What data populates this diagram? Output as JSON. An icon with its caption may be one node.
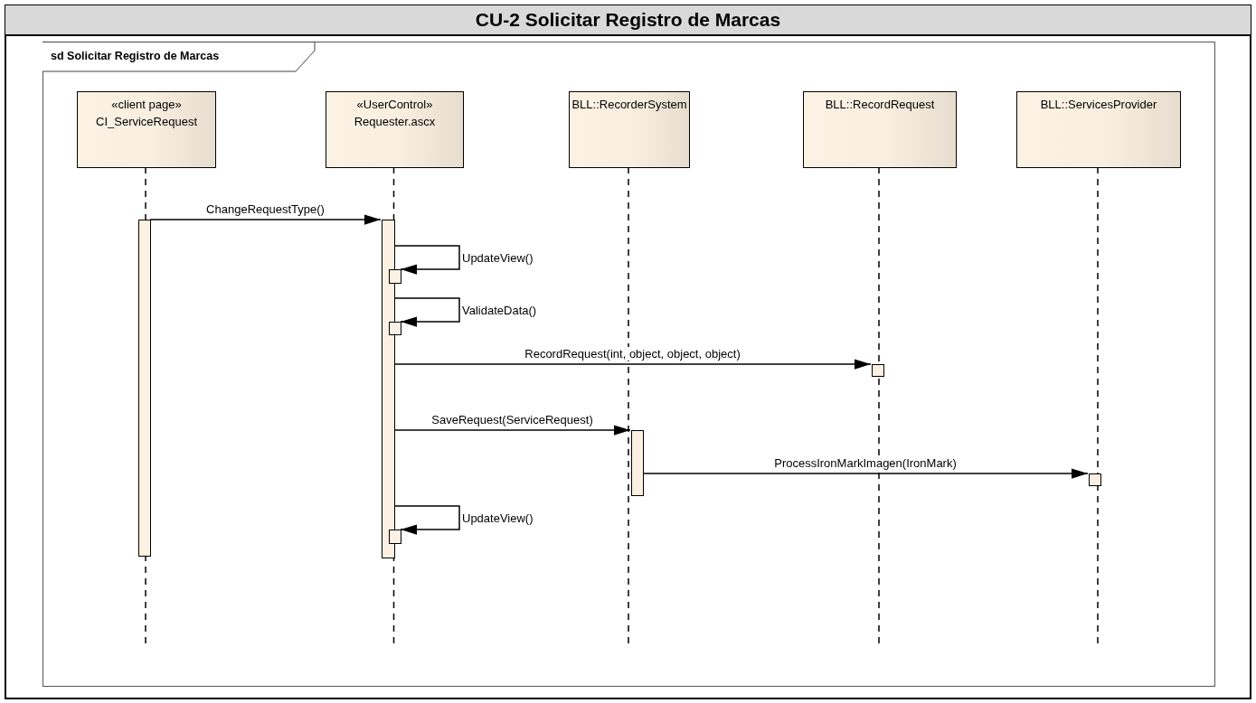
{
  "diagram": {
    "title": "CU-2 Solicitar Registro de Marcas",
    "nodes": [
      {
        "text": [
          "sd Solicitar Registro de Marcas"
        ]
      },
      {
        "text": [
          "«client page»",
          "CI_ServiceRequest"
        ],
        "in": 0
      },
      {
        "text": [
          "«UserControl»",
          "Requester.ascx"
        ],
        "in": 0
      },
      {
        "text": [
          "BLL::RecorderSystem"
        ],
        "in": 0
      },
      {
        "text": [
          "BLL::RecordRequest"
        ],
        "in": 0
      },
      {
        "text": [
          "BLL::ServicesProvider"
        ],
        "in": 0
      },
      {
        "text": [],
        "shape": "bar",
        "in": 0
      },
      {
        "text": [],
        "shape": "bar",
        "in": 0
      },
      {
        "text": [],
        "shape": "bar",
        "in": 0
      },
      {
        "text": [],
        "shape": "bar",
        "in": 0
      },
      {
        "text": [],
        "shape": "bar",
        "in": 0
      },
      {
        "text": [],
        "shape": "bar",
        "in": 0
      },
      {
        "text": [],
        "shape": "bar",
        "in": 0
      },
      {
        "text": [],
        "shape": "bar",
        "in": 0
      }
    ],
    "edges": [
      {
        "from": 6,
        "to": 7,
        "arrow": "to",
        "label": "ChangeRequestType()"
      },
      {
        "from": 7,
        "to": 8,
        "arrow": "to",
        "label": "UpdateView()"
      },
      {
        "from": 7,
        "to": 9,
        "arrow": "to",
        "label": "ValidateData()"
      },
      {
        "from": 7,
        "to": 10,
        "arrow": "to",
        "label": "RecordRequest(int, object, object, object)"
      },
      {
        "from": 7,
        "to": 11,
        "arrow": "to",
        "label": "SaveRequest(ServiceRequest)"
      },
      {
        "from": 11,
        "to": 12,
        "arrow": "to",
        "label": "ProcessIronMarkImagen(IronMark)"
      },
      {
        "from": 7,
        "to": 13,
        "arrow": "to",
        "label": "UpdateView()"
      }
    ]
  }
}
